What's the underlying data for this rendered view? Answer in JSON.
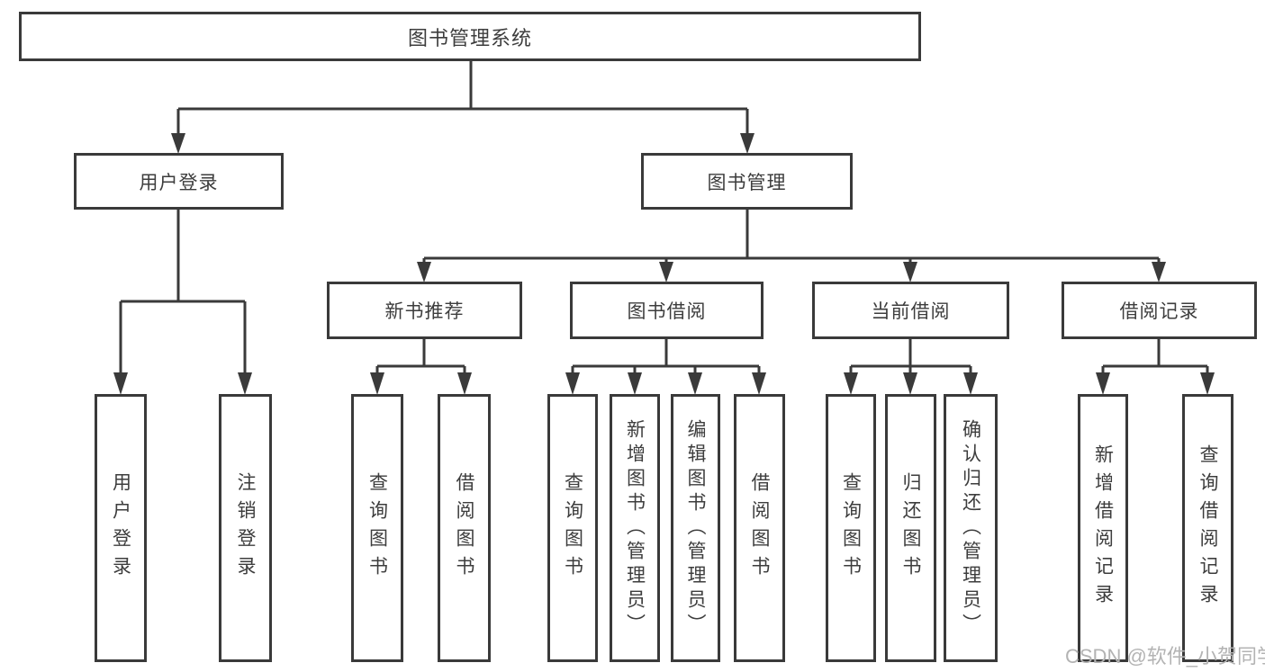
{
  "diagram": {
    "root": {
      "label": "图书管理系统"
    },
    "level2": [
      {
        "label": "用户登录",
        "children": [
          {
            "label": "用户登录"
          },
          {
            "label": "注销登录"
          }
        ]
      },
      {
        "label": "图书管理",
        "children": [
          {
            "label": "新书推荐",
            "children": [
              {
                "label": "查询图书"
              },
              {
                "label": "借阅图书"
              }
            ]
          },
          {
            "label": "图书借阅",
            "children": [
              {
                "label": "查询图书"
              },
              {
                "label": "新增图书（管理员）"
              },
              {
                "label": "编辑图书（管理员）"
              },
              {
                "label": "借阅图书"
              }
            ]
          },
          {
            "label": "当前借阅",
            "children": [
              {
                "label": "查询图书"
              },
              {
                "label": "归还图书"
              },
              {
                "label": "确认归还（管理员）"
              }
            ]
          },
          {
            "label": "借阅记录",
            "children": [
              {
                "label": "新增借阅记录"
              },
              {
                "label": "查询借阅记录"
              }
            ]
          }
        ]
      }
    ]
  },
  "watermark": {
    "text": "CSDN @软件_小贺同学"
  },
  "colors": {
    "line": "#3a3a3a",
    "text": "#3d3d3d",
    "watermark": "#b3b3b3",
    "bg": "#ffffff"
  }
}
